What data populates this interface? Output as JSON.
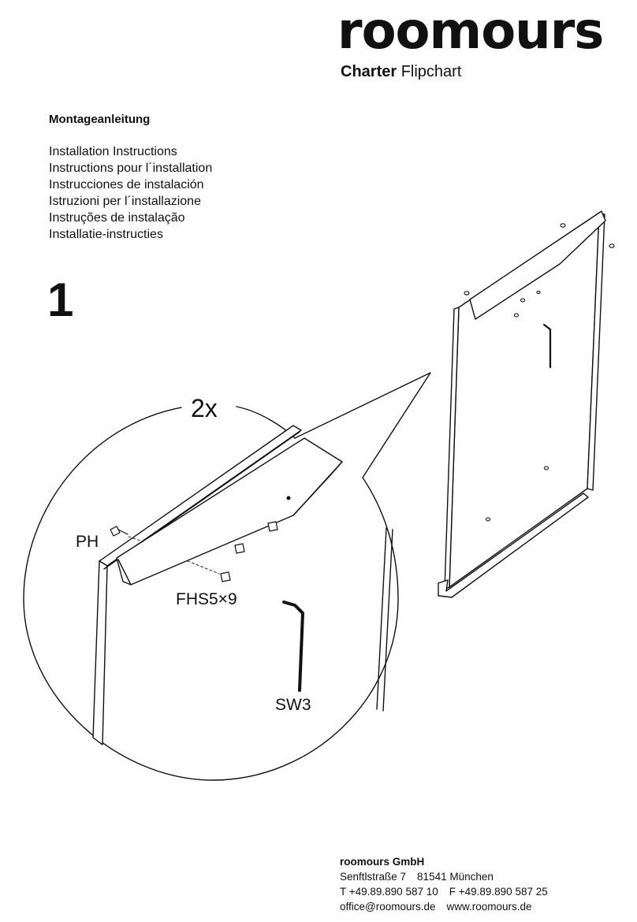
{
  "header": {
    "logo_text": "roomours",
    "product_brand": "Charter",
    "product_name": "Flipchart"
  },
  "intro": {
    "heading": "Montageanleitung",
    "languages": [
      "Installation Instructions",
      "Instructions pour l´installation",
      "Instrucciones de instalación",
      "Istruzioni per l´installazione",
      "Instruções de instalação",
      "Installatie-instructies"
    ]
  },
  "step": {
    "number": "1",
    "detail_count": "2x",
    "parts": {
      "ph": "PH",
      "screw": "FHS5×9",
      "key": "SW3"
    }
  },
  "footer": {
    "company": "roomours GmbH",
    "street": "Senftlstraße 7",
    "city": "81541 München",
    "phone": "T +49.89.890 587 10",
    "fax": "F +49.89.890 587 25",
    "email": "office@roomours.de",
    "web": "www.roomours.de"
  }
}
